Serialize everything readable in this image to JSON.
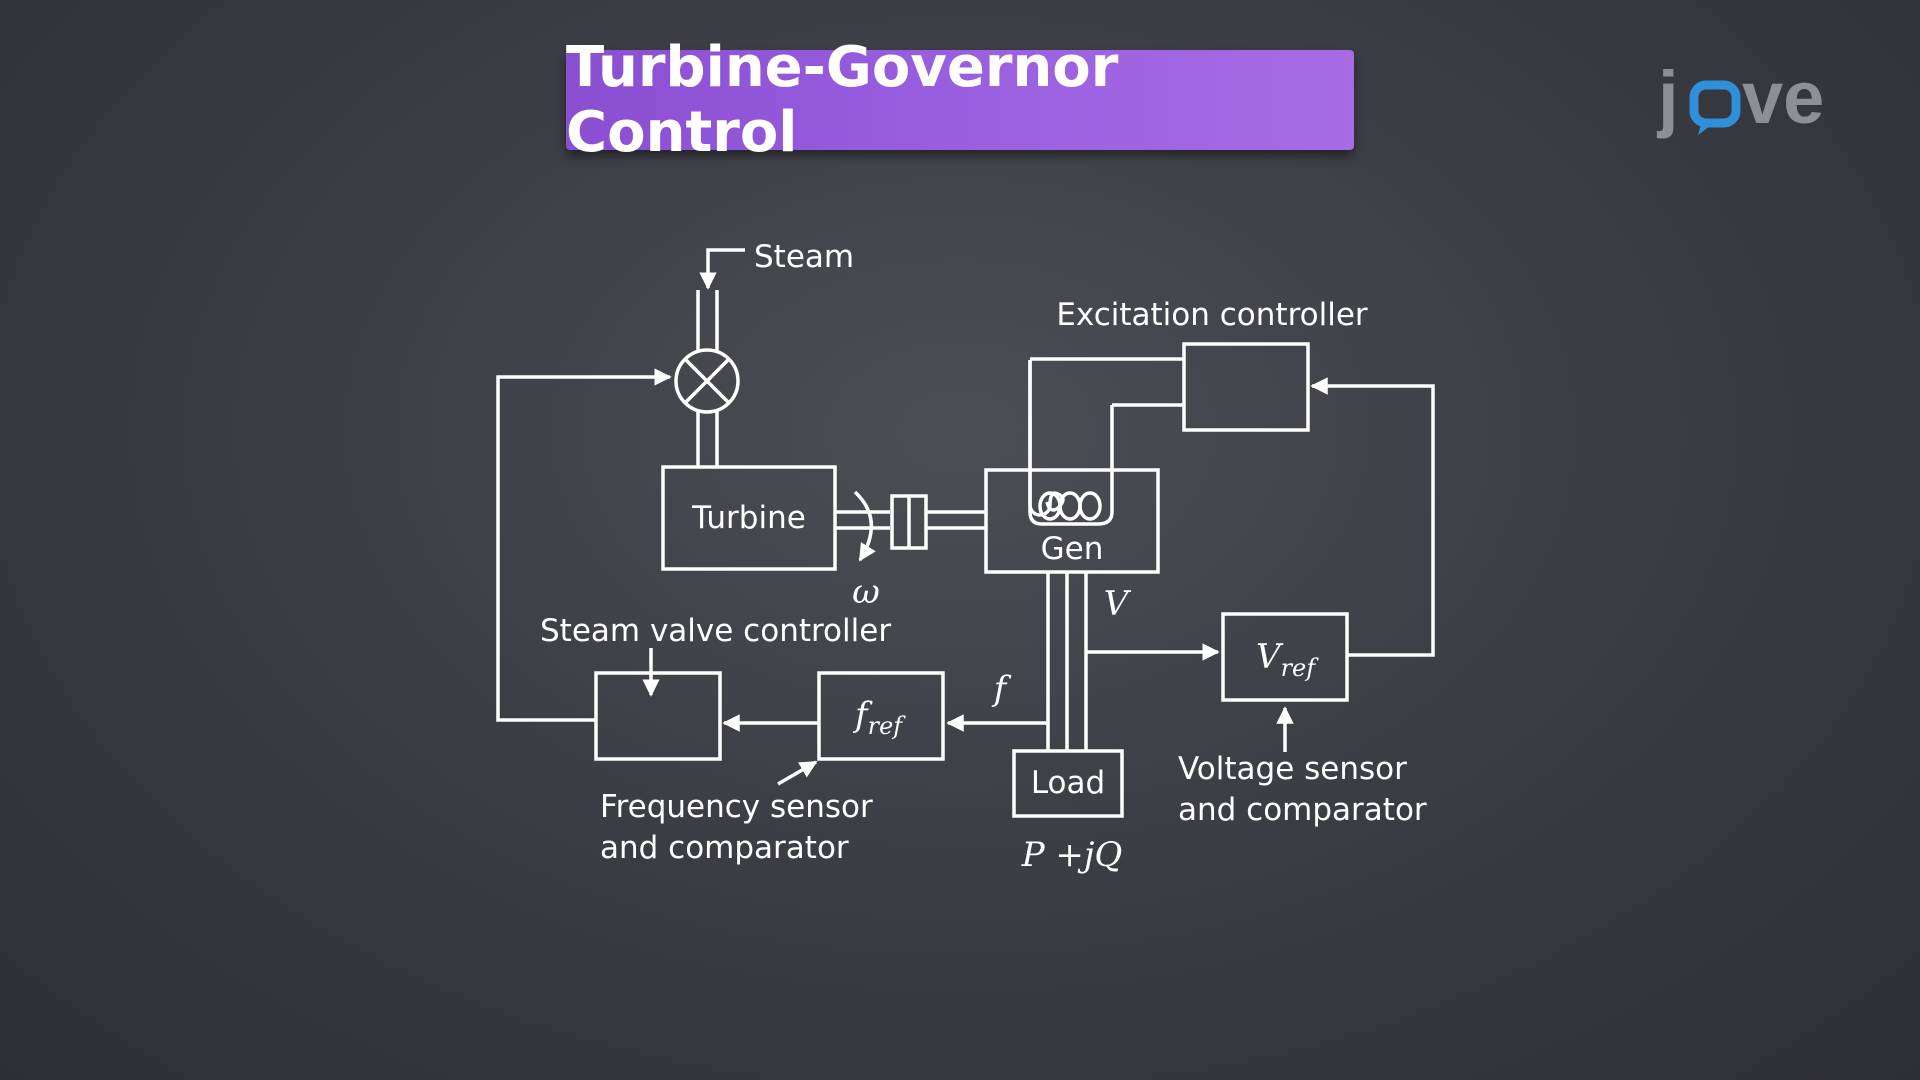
{
  "title": "Turbine-Governor Control",
  "logo": {
    "text": "jove",
    "icon": "speech-bubble-o"
  },
  "labels": {
    "steam": "Steam",
    "excitation_controller": "Excitation controller",
    "turbine": "Turbine",
    "gen": "Gen",
    "omega": "ω",
    "v": "V",
    "steam_valve_controller": "Steam valve controller",
    "f": "f",
    "f_ref_main": "f",
    "f_ref_sub": "ref",
    "v_ref_main": "V",
    "v_ref_sub": "ref",
    "load": "Load",
    "load_power": "P +jQ",
    "voltage_sensor_line1": "Voltage sensor",
    "voltage_sensor_line2": "and comparator",
    "frequency_sensor_line1": "Frequency sensor",
    "frequency_sensor_line2": "and comparator"
  },
  "colors": {
    "banner": "#9a5fe0",
    "foreground": "#ffffff",
    "background": "#3a3b42",
    "logo_gray": "#8e8f96",
    "logo_blue": "#2f8fd8"
  }
}
